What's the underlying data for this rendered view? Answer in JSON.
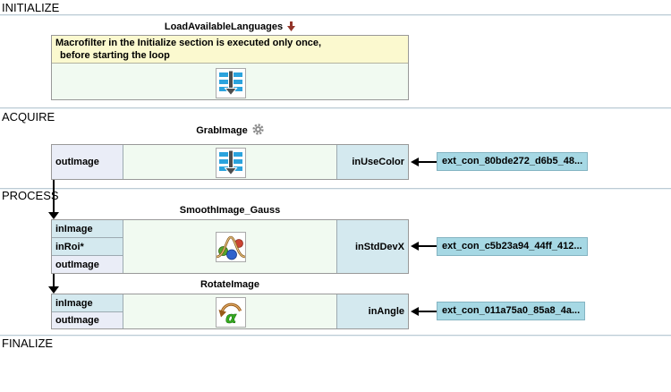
{
  "sections": {
    "initialize": "INITIALIZE",
    "acquire": "ACQUIRE",
    "process": "PROCESS",
    "finalize": "FINALIZE"
  },
  "blocks": {
    "load_available_languages": {
      "title": "LoadAvailableLanguages",
      "comment": {
        "line1": "Macrofilter in the Initialize section is executed only once,",
        "line2": "before starting the loop"
      }
    },
    "grab_image": {
      "title": "GrabImage",
      "ports": {
        "out_image": "outImage",
        "in_use_color": "inUseColor"
      },
      "ext_con": "ext_con_80bde272_d6b5_48..."
    },
    "smooth_image_gauss": {
      "title": "SmoothImage_Gauss",
      "ports": {
        "in_image": "inImage",
        "in_roi": "inRoi*",
        "out_image": "outImage",
        "in_std_dev_x": "inStdDevX"
      },
      "ext_con": "ext_con_c5b23a94_44ff_412..."
    },
    "rotate_image": {
      "title": "RotateImage",
      "ports": {
        "in_image": "inImage",
        "out_image": "outImage",
        "in_angle": "inAngle"
      },
      "ext_con": "ext_con_011a75a0_85a8_4a..."
    }
  },
  "icons": {
    "macrofilter_icon": "blue-bars-with-down-arrow",
    "gear_icon": "settings-gear",
    "instance_arrow_icon": "dark-red-down-arrow",
    "gauss_icon": "gaussian-curve-with-color-balls",
    "rotate_icon": "rotation-arc-with-alpha"
  },
  "colors": {
    "comment_bg": "#fbf9cf",
    "block_body_bg": "#f1faf1",
    "input_port_bg": "#d4e9ef",
    "output_port_bg": "#eaedf7",
    "ext_con_bg": "#a6d8e4",
    "block_border": "#999999",
    "divider": "#bccbd4",
    "connection": "#000000",
    "instance_arrow": "#93352a",
    "macrofilter_bar": "#2ba3dd",
    "gear": "#8a8a8a"
  }
}
